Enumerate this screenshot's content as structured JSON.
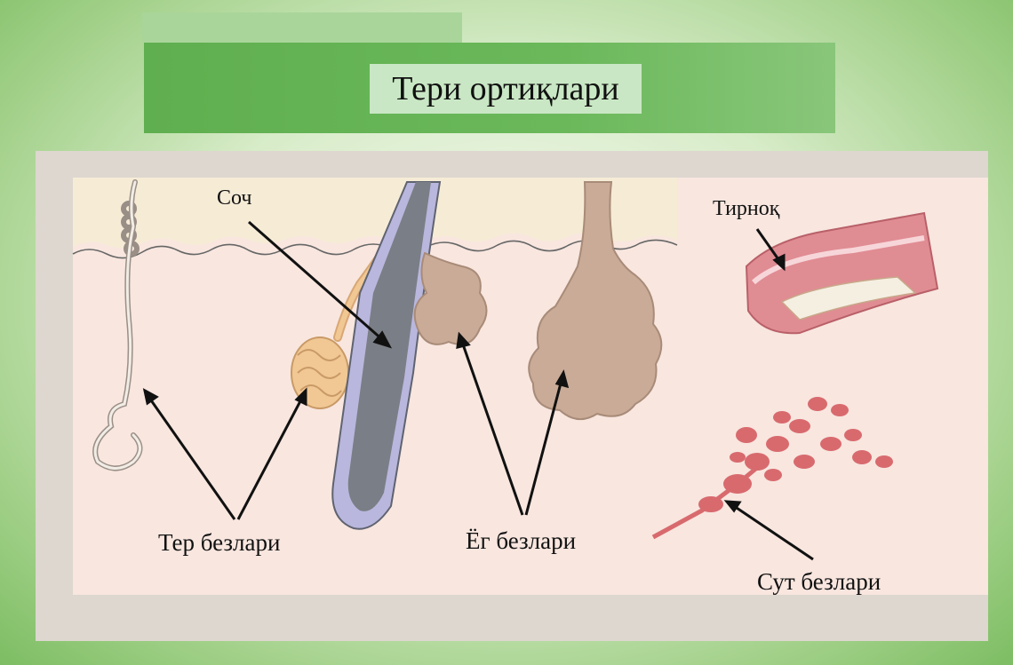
{
  "title": "Тери ортиқлари",
  "labels": {
    "hair": "Соч",
    "nail": "Тирноқ",
    "sweat_glands": "Тер безлари",
    "sebaceous_glands": "Ёг безлари",
    "mammary_glands": "Сут безлари"
  },
  "colors": {
    "skin_surface": "#f6ecd6",
    "dermis": "#f8e6df",
    "hair_shaft": "#7a7e86",
    "hair_sheath": "#b9b7dd",
    "sweat_gland_coiled": "#f1c894",
    "sebaceous_gland": "#c9ab98",
    "nail_pink": "#e08c93",
    "mammary": "#d86a6e"
  }
}
